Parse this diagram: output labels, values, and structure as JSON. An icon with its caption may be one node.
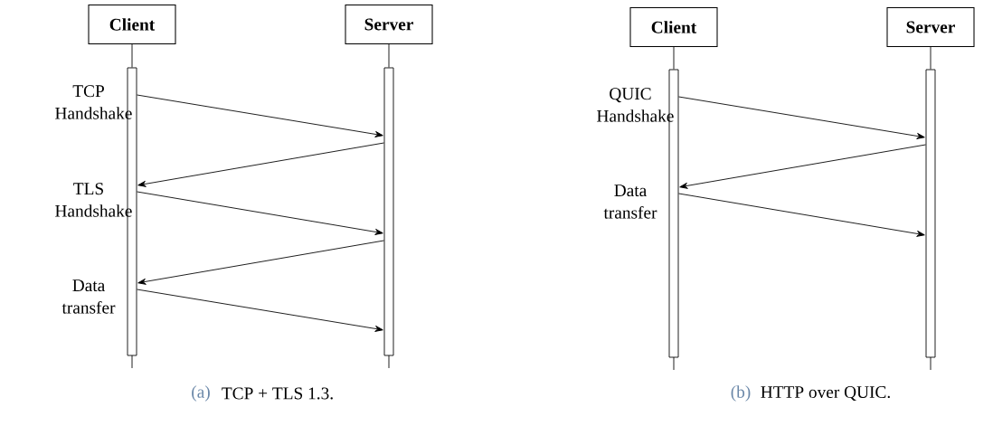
{
  "diagram": {
    "nodes": [
      {
        "text": [
          "**Client**"
        ]
      },
      {
        "text": [
          "**Server**"
        ]
      },
      {
        "text": [],
        "shape": "bar"
      },
      {
        "text": [],
        "shape": "bar"
      },
      {
        "text": [
          "**Client**"
        ]
      },
      {
        "text": [
          "**Server**"
        ]
      },
      {
        "text": [],
        "shape": "bar"
      },
      {
        "text": [],
        "shape": "bar"
      }
    ],
    "edges": [
      {
        "from": 0,
        "to": 2,
        "arrow": "none"
      },
      {
        "from": 1,
        "to": 3,
        "arrow": "none"
      },
      {
        "from": 2,
        "to": 3,
        "arrow": "to"
      },
      {
        "from": 3,
        "to": 2,
        "arrow": "to"
      },
      {
        "from": 2,
        "to": 3,
        "arrow": "to"
      },
      {
        "from": 3,
        "to": 2,
        "arrow": "to"
      },
      {
        "from": 2,
        "to": 3,
        "arrow": "to"
      },
      {
        "from": 4,
        "to": 6,
        "arrow": "none"
      },
      {
        "from": 5,
        "to": 7,
        "arrow": "none"
      },
      {
        "from": 6,
        "to": 7,
        "arrow": "to"
      },
      {
        "from": 7,
        "to": 6,
        "arrow": "to"
      },
      {
        "from": 6,
        "to": 7,
        "arrow": "to"
      }
    ],
    "labels": [
      "TCP Handshake",
      "TLS Handshake",
      "Data transfer",
      "QUIC Handshake",
      "Data transfer",
      "(a)",
      "TCP + TLS 1.3.",
      "(b)",
      "HTTP over QUIC."
    ]
  }
}
